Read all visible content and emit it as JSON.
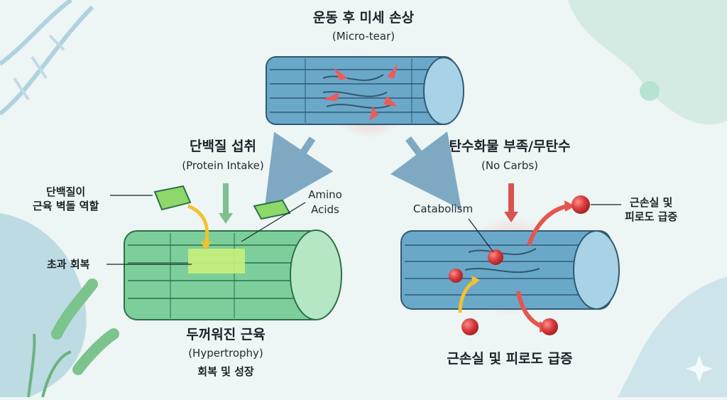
{
  "top": {
    "title": "운동 후 미세 손상",
    "subtitle": "(Micro-tear)"
  },
  "left_branch": {
    "title": "단백질 섭취",
    "subtitle": "(Protein Intake)",
    "callout_1": [
      "단백질이",
      "근육 벽돌 역할"
    ],
    "callout_2": "초과 회복",
    "amino_1": "Amino",
    "amino_2": "Acids",
    "result_title": "두꺼워진 근육",
    "result_sub": "(Hypertrophy)",
    "result_sub2": "회복 및 성장"
  },
  "right_branch": {
    "title": "탄수화물 부족/무탄수",
    "subtitle": "(No Carbs)",
    "catabolism": "Catabolism",
    "callout_right": [
      "근손실 및",
      "피로도 급증"
    ],
    "result": "근손실 및 피로도 급증"
  },
  "colors": {
    "blue_muscle": "#6aa8c9",
    "green_muscle": "#7ccf9a",
    "damage": "#e85a5a",
    "arrow_blue": "#8cb4cc",
    "arrow_green": "#7fbf8f",
    "arrow_red": "#d9534f",
    "arrow_yellow": "#f2c230"
  }
}
